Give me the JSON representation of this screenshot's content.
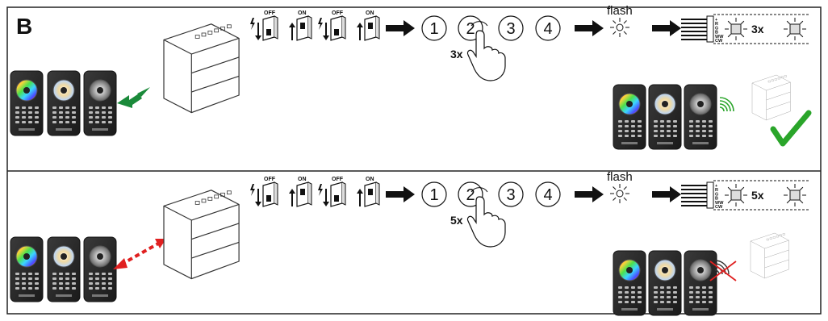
{
  "panel_label": "B",
  "colors": {
    "pair_ok": "#1a8a3a",
    "pair_fail": "#e02020",
    "check": "#2aa52a",
    "remote_body": "#2a2a2a",
    "line": "#222222"
  },
  "icons": {
    "power": "power-bolt-icon",
    "switch": "wall-switch-icon",
    "arrow": "arrow-right-icon",
    "hand": "hand-press-icon",
    "flash": "flash-sun-icon",
    "strip": "led-strip-icon",
    "signal": "wireless-signal-icon",
    "check": "checkmark-icon",
    "no_signal": "no-signal-icon"
  },
  "switch_labels": [
    "OFF",
    "ON",
    "OFF",
    "ON"
  ],
  "buttons": [
    "1",
    "2",
    "3",
    "4"
  ],
  "flash_label": "flash",
  "strip_pins": [
    "+",
    "R",
    "G",
    "B",
    "WW",
    "CW"
  ],
  "rows": [
    {
      "press_count": "3x",
      "blink_count": "3x",
      "result": "success"
    },
    {
      "press_count": "5x",
      "blink_count": "5x",
      "result": "fail"
    }
  ]
}
